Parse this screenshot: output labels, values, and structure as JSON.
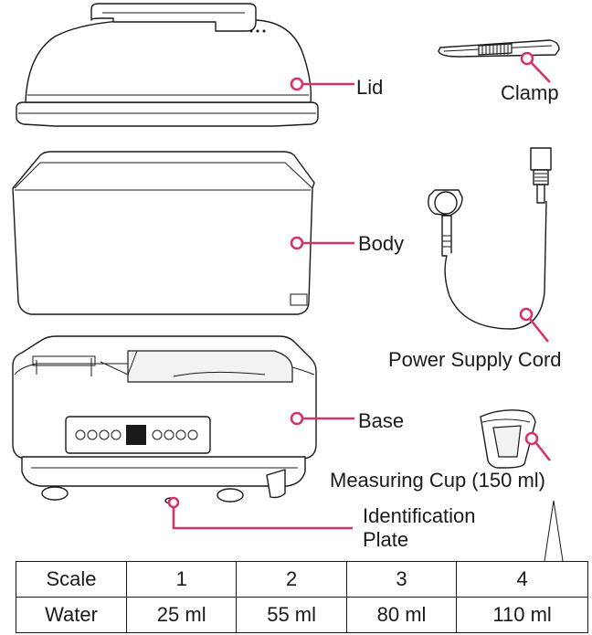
{
  "labels": {
    "lid": "Lid",
    "clamp": "Clamp",
    "body": "Body",
    "power_cord": "Power Supply Cord",
    "base": "Base",
    "measuring_cup": "Measuring Cup (150 ml)",
    "id_plate_line1": "Identification",
    "id_plate_line2": "Plate"
  },
  "colors": {
    "leader": "#d6336c",
    "outline": "#1a1a1a"
  },
  "scale_table": {
    "row1_header": "Scale",
    "row1_values": [
      "1",
      "2",
      "3",
      "4"
    ],
    "row2_header": "Water",
    "row2_values": [
      "25 ml",
      "55 ml",
      "80 ml",
      "110 ml"
    ]
  }
}
